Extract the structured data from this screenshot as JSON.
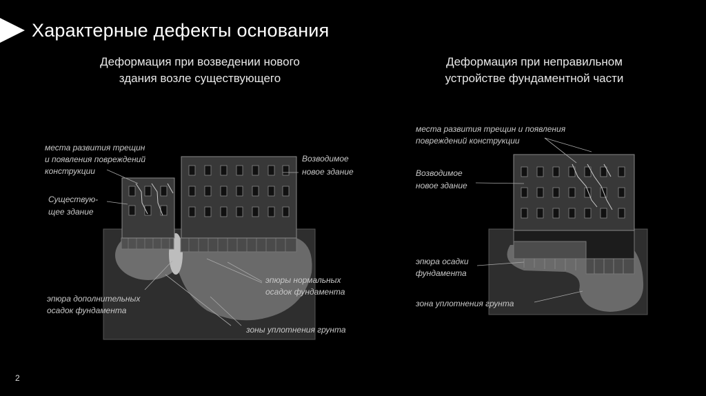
{
  "title": "Характерные дефекты основания",
  "page_number": "2",
  "left_panel": {
    "heading_line1": "Деформация при возведении нового",
    "heading_line2": "здания возле существующего",
    "labels": {
      "cracks_l1": "места развития трещин",
      "cracks_l2": "и появления повреждений",
      "cracks_l3": "конструкции",
      "existing_l1": "Существую-",
      "existing_l2": "щее здание",
      "new_l1": "Возводимое",
      "new_l2": "новое здание",
      "normal_l1": "эпюры нормальных",
      "normal_l2": "осадок фундамента",
      "additional_l1": "эпюра дополнительных",
      "additional_l2": "осадок фундамента",
      "zones": "зоны уплотнения грунта"
    }
  },
  "right_panel": {
    "heading_line1": "Деформация при неправильном",
    "heading_line2": "устройстве фундаментной части",
    "labels": {
      "cracks_l1": "места развития трещин и появления",
      "cracks_l2": "повреждений конструкции",
      "new_l1": "Возводимое",
      "new_l2": "новое здание",
      "settle_l1": "эпюра осадки",
      "settle_l2": "фундамента",
      "zone": "зона уплотнения грунта"
    }
  }
}
